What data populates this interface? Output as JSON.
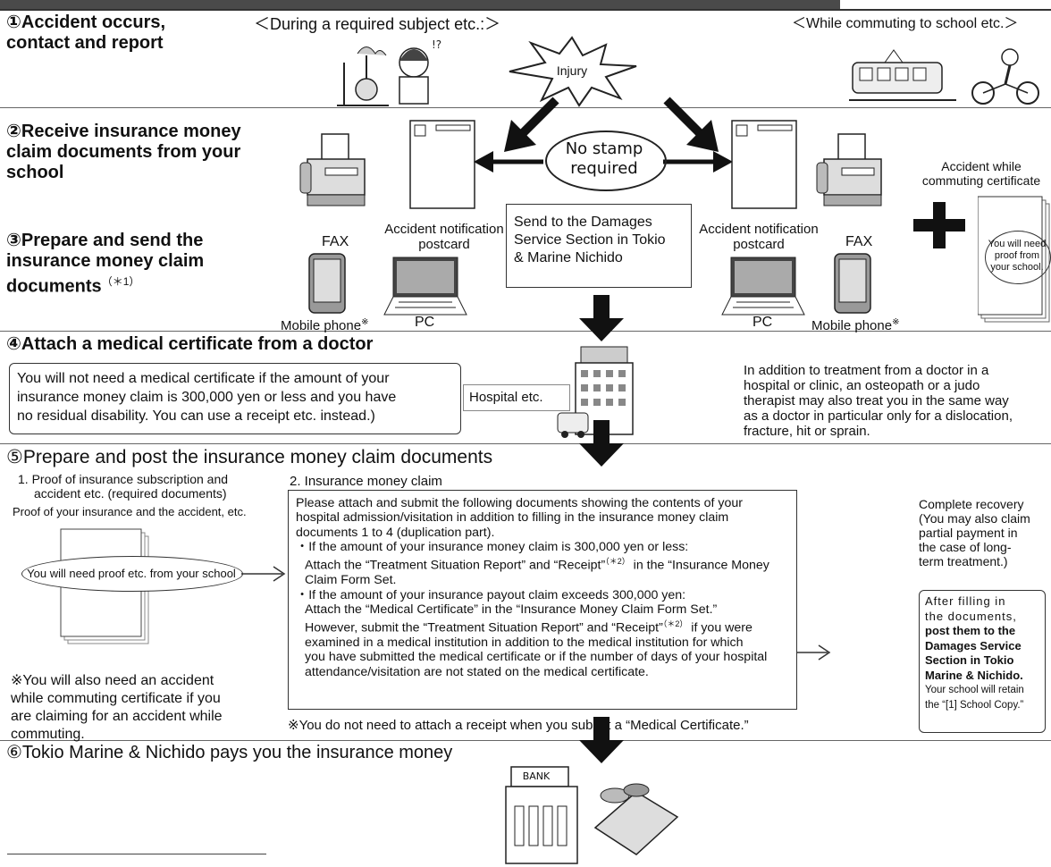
{
  "step1": {
    "title_line1": "①Accident occurs,",
    "title_line2": "contact and report",
    "during_label": "＜During a required subject etc.:＞",
    "commuting_label": "＜While commuting to school etc.＞",
    "injury": "Injury"
  },
  "step2": {
    "title_line1": "②Receive insurance money",
    "title_line2": "claim documents from your",
    "title_line3": "school",
    "no_stamp_line1": "No stamp",
    "no_stamp_line2": "required",
    "accident_while_line1": "Accident while",
    "accident_while_line2": "commuting certificate"
  },
  "step3": {
    "title_line1": "③Prepare and send the",
    "title_line2": "insurance money claim",
    "title_line3": "documents",
    "title_note": "（＊1）",
    "fax_left": "FAX",
    "postcard_left_line1": "Accident notification",
    "postcard_left_line2": "postcard",
    "send_box_line1": "Send to the Damages",
    "send_box_line2": "Service Section in Tokio",
    "send_box_line3": "& Marine Nichido",
    "postcard_right_line1": "Accident notification",
    "postcard_right_line2": "postcard",
    "fax_right": "FAX",
    "proof_line1": "You will need",
    "proof_line2": "proof from",
    "proof_line3": "your school.",
    "mobile_left": "Mobile phone",
    "mobile_mark": "※",
    "pc_left": "PC",
    "pc_right": "PC",
    "mobile_right": "Mobile phone"
  },
  "step4": {
    "title": "④Attach a medical certificate from a doctor",
    "note_line1": "You will not need a medical certificate if the amount of your",
    "note_line2": "insurance money claim is 300,000 yen or less and you have",
    "note_line3": "no residual disability. You can use a receipt etc. instead.)",
    "hospital": "Hospital etc.",
    "right_line1": "In addition to treatment from a doctor in a",
    "right_line2": "hospital or clinic, an osteopath or a judo",
    "right_line3": "therapist may also treat you in the same way",
    "right_line4": "as a doctor in particular only for a dislocation,",
    "right_line5": "fracture, hit or sprain."
  },
  "step5": {
    "title": "⑤Prepare and post the insurance money claim documents",
    "item1_line1": "1.  Proof of insurance subscription and",
    "item1_line2": "accident etc. (required documents)",
    "item1_sub": "Proof of your insurance and the accident, etc.",
    "oval": "You will need proof etc. from your school",
    "note_line1": "※You will also need an accident",
    "note_line2": "while commuting certificate if you",
    "note_line3": "are claiming for an accident while",
    "note_line4": "commuting.",
    "item2": "2.  Insurance money claim",
    "box_l1": "Please attach and submit the following documents showing the contents of your",
    "box_l2": "hospital admission/visitation in addition to filling in the insurance money claim",
    "box_l3": "documents 1 to 4 (duplication part).",
    "box_l4": "・If the amount of your insurance money claim is 300,000 yen or less:",
    "box_l5a": "Attach the “Treatment Situation Report” and “Receipt”",
    "box_l5note": "（＊2）",
    "box_l5b": " in the “Insurance Money",
    "box_l6": "Claim Form Set.",
    "box_l7": "・If the amount of your insurance payout claim exceeds 300,000 yen:",
    "box_l8": "Attach the “Medical Certificate” in the “Insurance Money Claim Form Set.”",
    "box_l9a": "However, submit the “Treatment Situation Report” and “Receipt”",
    "box_l9note": "（＊2）",
    "box_l9b": " if you were",
    "box_l10": "examined in a medical institution in addition to the medical institution for which",
    "box_l11": "you have submitted the medical certificate or if the number of days of your hospital",
    "box_l12": "attendance/visitation are not stated on the medical certificate.",
    "receipt_note": "※You do not need to attach a receipt when you submit a “Medical Certificate.”",
    "recovery_l1": "Complete recovery",
    "recovery_l2": "(You may also claim",
    "recovery_l3": "partial payment in",
    "recovery_l4": "the case of long-",
    "recovery_l5": "term treatment.)",
    "after_l1": "After filling in",
    "after_l2": "the documents,",
    "after_l3": "post them to the",
    "after_l4": "Damages Service",
    "after_l5": "Section in Tokio",
    "after_l6": "Marine & Nichido.",
    "after_l7": "Your school will retain",
    "after_l8": "the “[1] School Copy.”"
  },
  "step6": {
    "title": "⑥Tokio Marine & Nichido pays you the insurance money",
    "bank": "BANK"
  }
}
